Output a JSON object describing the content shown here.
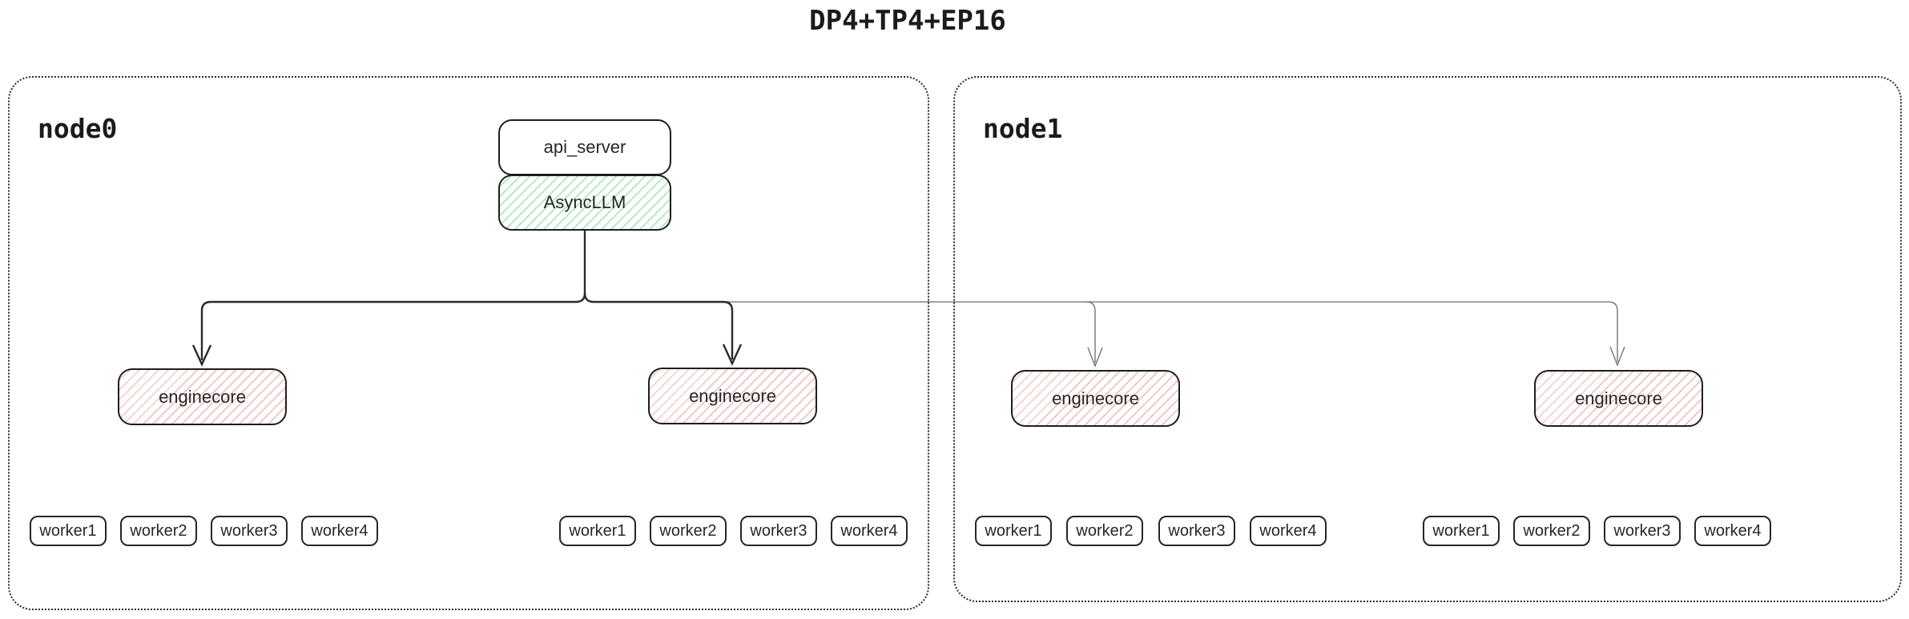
{
  "title": "DP4+TP4+EP16",
  "colors": {
    "box_border": "#1e1e1e",
    "async_llm_hatch_green": "#9fe3ab",
    "enginecore_hatch_red": "#f1b6b2",
    "local_link_dark": "#2a2a2a",
    "remote_link_gray": "#6b6b6b"
  },
  "nodes": [
    {
      "label": "node0",
      "api_server_label": "api_server",
      "asyncllm_label": "AsyncLLM",
      "enginecores": [
        {
          "label": "enginecore",
          "workers": [
            "worker1",
            "worker2",
            "worker3",
            "worker4"
          ]
        },
        {
          "label": "enginecore",
          "workers": [
            "worker1",
            "worker2",
            "worker3",
            "worker4"
          ]
        }
      ]
    },
    {
      "label": "node1",
      "enginecores": [
        {
          "label": "enginecore",
          "workers": [
            "worker1",
            "worker2",
            "worker3",
            "worker4"
          ]
        },
        {
          "label": "enginecore",
          "workers": [
            "worker1",
            "worker2",
            "worker3",
            "worker4"
          ]
        }
      ]
    }
  ]
}
